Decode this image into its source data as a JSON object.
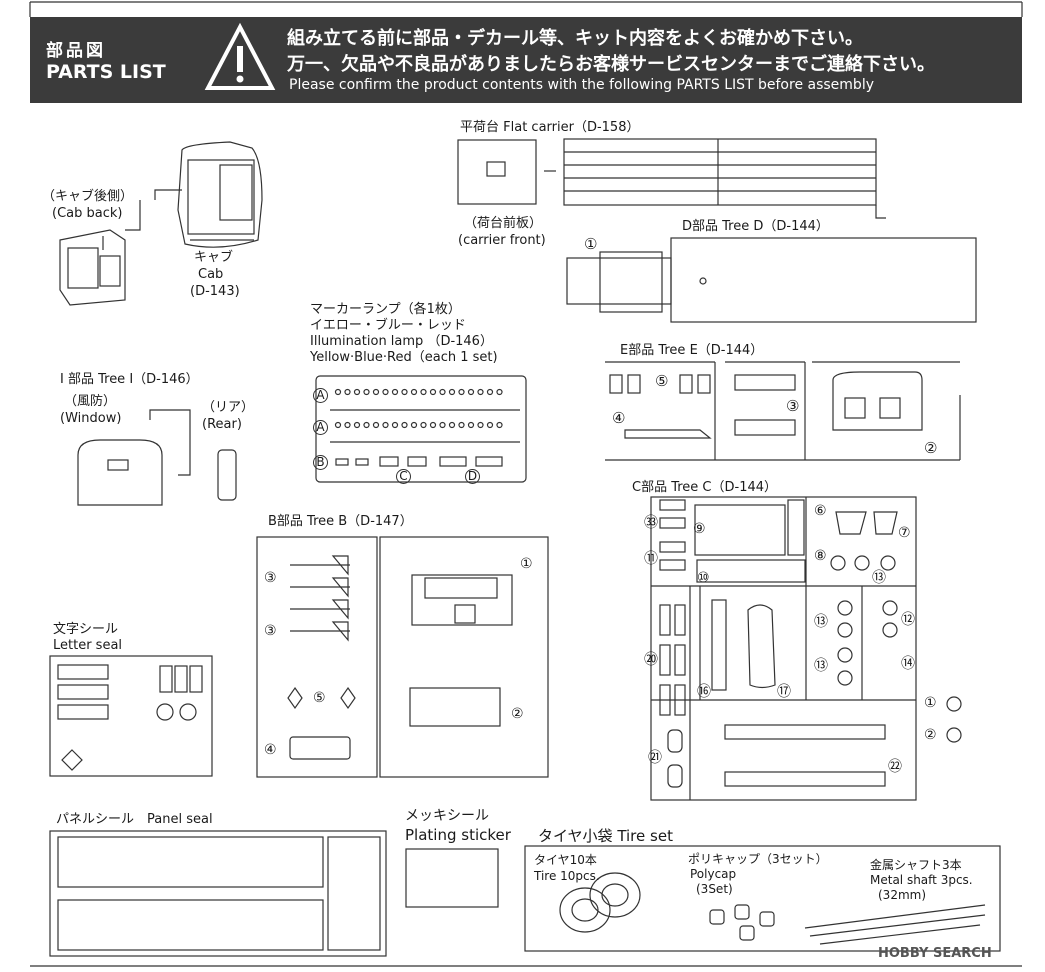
{
  "header": {
    "title_jp": "部品図",
    "title_en": "PARTS LIST",
    "warning_icon": "warning-triangle-icon",
    "notice_jp_1": "組み立てる前に部品・デカール等、キット内容をよくお確かめ下さい。",
    "notice_jp_2": "万一、欠品や不良品がありましたらお客様サービスセンターまでご連絡下さい。",
    "notice_en": "Please confirm the product contents with the following PARTS LIST before assembly"
  },
  "flat_carrier": {
    "title": "平荷台 Flat carrier（D-158）",
    "front_jp": "（荷台前板）",
    "front_en": "(carrier front)"
  },
  "cab": {
    "back_jp": "（キャブ後側）",
    "back_en": "(Cab back)",
    "name_jp": "キャブ",
    "name_en": "Cab",
    "code": "(D-143)"
  },
  "tree_d": {
    "title": "D部品 Tree D（D-144）",
    "marker_1": "①"
  },
  "marker_lamp": {
    "line1": "マーカーランプ（各1枚）",
    "line2": "イエロー・ブルー・レッド",
    "line3": "Illumination lamp （D-146）",
    "line4": "Yellow·Blue·Red（each 1 set)",
    "marker_a": "A",
    "marker_b": "B",
    "marker_c": "C",
    "marker_d": "D"
  },
  "tree_i": {
    "title": "I 部品 Tree I（D-146）",
    "window_jp": "（風防）",
    "window_en": "(Window)",
    "rear_jp": "（リア）",
    "rear_en": "(Rear)"
  },
  "tree_e": {
    "title": "E部品 Tree E（D-144）",
    "m2": "②",
    "m3": "③",
    "m4": "④",
    "m5": "⑤"
  },
  "tree_c": {
    "title": "C部品 Tree C（D-144）",
    "m1": "①",
    "m2": "②",
    "m6": "⑥",
    "m7": "⑦",
    "m8": "⑧",
    "m9": "⑨",
    "m10": "⑩",
    "m11": "⑪",
    "m12": "⑫",
    "m13": "⑬",
    "m14": "⑭",
    "m16": "⑯",
    "m17": "⑰",
    "m20": "⑳",
    "m21": "㉑",
    "m22": "㉒",
    "m33": "㉝"
  },
  "tree_b": {
    "title": "B部品 Tree B（D-147）",
    "m1": "①",
    "m2": "②",
    "m3": "③",
    "m4": "④",
    "m5": "⑤"
  },
  "letter_seal": {
    "title_jp": "文字シール",
    "title_en": "Letter seal"
  },
  "panel_seal": {
    "title": "パネルシール　Panel seal"
  },
  "plating_sticker": {
    "title_jp": "メッキシール",
    "title_en": "Plating sticker"
  },
  "tire_set": {
    "title": "タイヤ小袋 Tire set",
    "tire_jp": "タイヤ10本",
    "tire_en": "Tire 10pcs.",
    "polycap_jp": "ポリキャップ（3セット）",
    "polycap_en": "Polycap",
    "polycap_qty": "(3Set)",
    "shaft_jp": "金属シャフト3本",
    "shaft_en": "Metal shaft 3pcs.",
    "shaft_len": "(32mm)"
  },
  "watermark": {
    "text": "HOBBY SEARCH",
    "icon": "hobbysearch-logo-icon"
  }
}
